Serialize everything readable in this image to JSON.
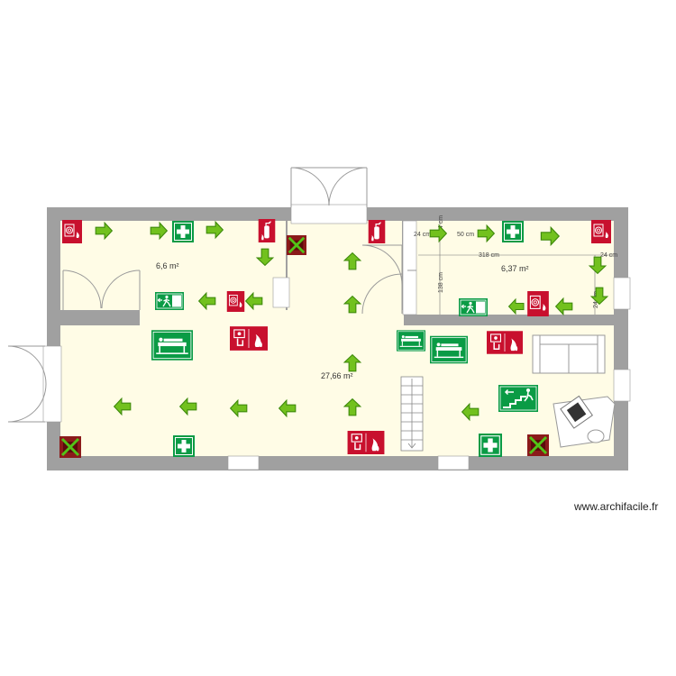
{
  "plan": {
    "rooms": [
      {
        "id": "room-left",
        "area": "6,6 m²"
      },
      {
        "id": "room-right",
        "area": "6,37 m²"
      },
      {
        "id": "room-main",
        "area": "27,66 m²"
      }
    ],
    "dimensions": {
      "width_318": "318 cm",
      "height_138": "138 cm",
      "left_24": "24 cm",
      "right_24": "24 cm",
      "mid_50": "50 cm",
      "top_24": "24 cm",
      "bottom_24": "24 cm"
    },
    "colors": {
      "wall": "#a0a0a0",
      "floor": "#fffce6",
      "arrow": "#72c11e",
      "arrow_edge": "#3f8a0c",
      "first_aid": "#0a9b45",
      "fire": "#c8102e",
      "text": "#333333"
    },
    "signs": {
      "first_aid": "first-aid-cross-icon",
      "stretcher": "stretcher-icon",
      "emergency_exit": "emergency-exit-icon",
      "stair_exit": "stair-exit-icon",
      "fire_hose": "fire-hose-icon",
      "extinguisher": "fire-extinguisher-icon",
      "alarm": "fire-alarm-icon",
      "no_exit": "no-exit-icon"
    }
  },
  "footer": {
    "site": "www.archifacile.fr"
  }
}
